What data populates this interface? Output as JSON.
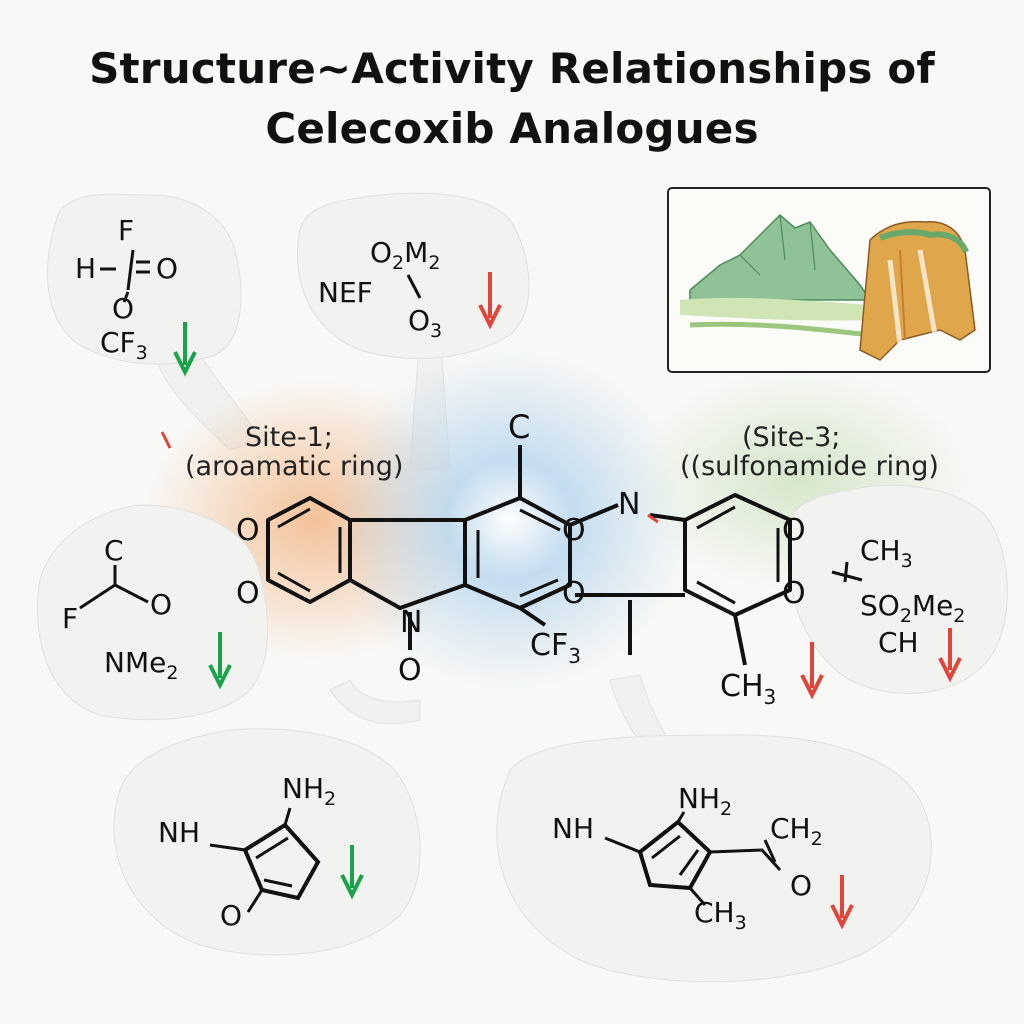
{
  "title": {
    "line1": "Structure~Activity Relationships of",
    "line2": "Celecoxib Analogues"
  },
  "sites": {
    "site1": {
      "label": "Site-1;",
      "sublabel": "(aroamatic ring)",
      "color": "#f4c9a0"
    },
    "site3": {
      "label": "(Site-3;",
      "sublabel": "((sulfonamide ring)",
      "color": "#cfe6c6"
    },
    "center_color": "#b9d8ef"
  },
  "core": {
    "label_c": "C",
    "label_n_top": "N",
    "label_n_mid": "N",
    "label_o_bottom": "O",
    "label_cf3": "CF3",
    "label_ch3": "CH3",
    "o_labels": [
      "O",
      "O",
      "O",
      "O",
      "O",
      "O"
    ]
  },
  "bubbles": {
    "top_left": {
      "atoms": [
        "F",
        "H",
        "O",
        "O",
        "CF3"
      ],
      "arrow": "down",
      "arrow_color": "#1aa34a"
    },
    "top_middle": {
      "atoms": [
        "O2M2",
        "NEF",
        "O3"
      ],
      "arrow": "down",
      "arrow_color": "#e0453a"
    },
    "middle_left": {
      "atoms": [
        "C",
        "F",
        "O",
        "NMe2"
      ],
      "arrow": "down",
      "arrow_color": "#1aa34a"
    },
    "middle_right": {
      "atoms": [
        "CH3",
        "SO2Me2",
        "CH"
      ],
      "arrow": "down",
      "arrow_color": "#e0453a"
    },
    "bottom_left": {
      "atoms": [
        "NH2",
        "NH",
        "O"
      ],
      "arrow": "down",
      "arrow_color": "#1aa34a"
    },
    "bottom_right": {
      "atoms": [
        "NH2",
        "NH",
        "CH2",
        "O",
        "CH3"
      ],
      "arrow": "down",
      "arrow_color": "#e0453a"
    }
  },
  "core_arrow_color": "#e0453a",
  "inset": {
    "icon": "landscape-illustration"
  }
}
